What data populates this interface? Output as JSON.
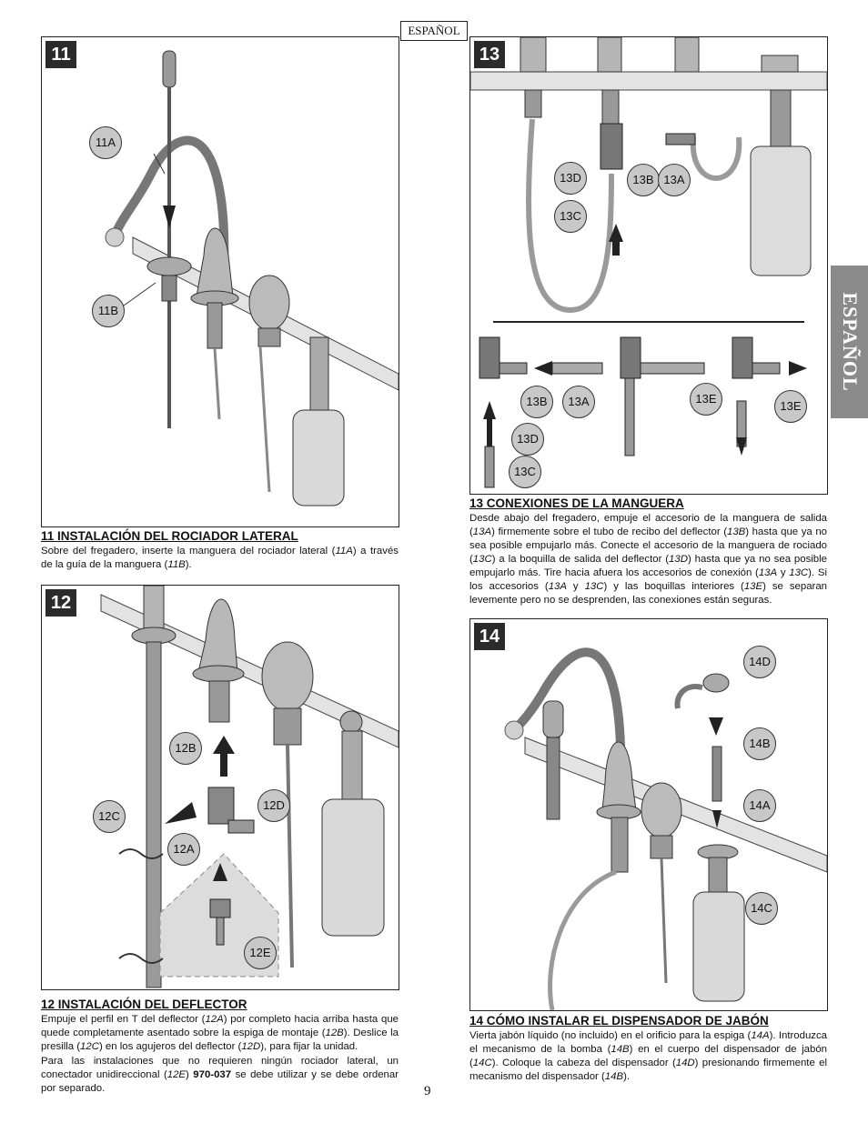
{
  "header": {
    "language": "ESPAÑOL"
  },
  "side_tab": {
    "label": "ESPAÑOL"
  },
  "page_number": "9",
  "panel11": {
    "step": "11",
    "callouts": [
      "11A",
      "11B"
    ]
  },
  "panel12": {
    "step": "12",
    "callouts": [
      "12B",
      "12C",
      "12D",
      "12A",
      "12E"
    ]
  },
  "panel13": {
    "step": "13",
    "callouts": [
      "13D",
      "13B",
      "13A",
      "13C",
      "13B",
      "13A",
      "13D",
      "13C",
      "13E",
      "13E"
    ]
  },
  "panel14": {
    "step": "14",
    "callouts": [
      "14D",
      "14B",
      "14A",
      "14C"
    ]
  },
  "section11": {
    "title": "11  INSTALACIÓN DEL ROCIADOR LATERAL",
    "body": [
      {
        "t": "Sobre del fregadero, inserte la manguera del rociador lateral ("
      },
      {
        "t": "11A",
        "i": true
      },
      {
        "t": ") a través de la guía de la manguera ("
      },
      {
        "t": "11B",
        "i": true
      },
      {
        "t": ")."
      }
    ]
  },
  "section12": {
    "title": "12  INSTALACIÓN DEL DEFLECTOR",
    "body": [
      {
        "t": "Empuje el perfil en T del deflector ("
      },
      {
        "t": "12A",
        "i": true
      },
      {
        "t": ") por completo hacia arriba hasta que quede completamente asentado sobre la espiga de montaje ("
      },
      {
        "t": "12B",
        "i": true
      },
      {
        "t": "). Deslice la presilla ("
      },
      {
        "t": "12C",
        "i": true
      },
      {
        "t": ") en los agujeros del deflector ("
      },
      {
        "t": "12D",
        "i": true
      },
      {
        "t": "), para fijar la unidad."
      }
    ],
    "body2": [
      {
        "t": "Para las instalaciones que no requieren ningún rociador lateral, un conectador unidireccional ("
      },
      {
        "t": "12E",
        "i": true
      },
      {
        "t": ") "
      },
      {
        "t": "970-037",
        "b": true
      },
      {
        "t": " se debe utilizar y se debe ordenar por separado."
      }
    ]
  },
  "section13": {
    "title": "13  CONEXIONES DE LA MANGUERA",
    "body": [
      {
        "t": "Desde abajo del fregadero, empuje el accesorio de la manguera de salida ("
      },
      {
        "t": "13A",
        "i": true
      },
      {
        "t": ") firmemente sobre el tubo de recibo del deflector ("
      },
      {
        "t": "13B",
        "i": true
      },
      {
        "t": ") hasta que ya no sea posible empujarlo más. Conecte el accesorio de la manguera de rociado ("
      },
      {
        "t": "13C",
        "i": true
      },
      {
        "t": ") a la boquilla de salida del deflector ("
      },
      {
        "t": "13D",
        "i": true
      },
      {
        "t": ") hasta que ya no sea posible empujarlo más. Tire hacia afuera los accesorios de conexión ("
      },
      {
        "t": "13A",
        "i": true
      },
      {
        "t": " y "
      },
      {
        "t": "13C",
        "i": true
      },
      {
        "t": "). Si los accesorios ("
      },
      {
        "t": "13A",
        "i": true
      },
      {
        "t": " y "
      },
      {
        "t": "13C",
        "i": true
      },
      {
        "t": ") y las boquillas interiores ("
      },
      {
        "t": "13E",
        "i": true
      },
      {
        "t": ") se separan levemente pero no se desprenden, las conexiones están seguras."
      }
    ]
  },
  "section14": {
    "title": "14  CÓMO INSTALAR EL DISPENSADOR DE JABÓN",
    "body": [
      {
        "t": "Vierta jabón líquido (no incluido) en el orificio para la espiga ("
      },
      {
        "t": "14A",
        "i": true
      },
      {
        "t": "). Introduzca el mecanismo de la bomba ("
      },
      {
        "t": "14B",
        "i": true
      },
      {
        "t": ") en el cuerpo del dispensador de jabón ("
      },
      {
        "t": "14C",
        "i": true
      },
      {
        "t": "). Coloque la cabeza del dispensador ("
      },
      {
        "t": "14D",
        "i": true
      },
      {
        "t": ") presionando firmemente el mecanismo del dispensador ("
      },
      {
        "t": "14B",
        "i": true
      },
      {
        "t": ")."
      }
    ]
  }
}
